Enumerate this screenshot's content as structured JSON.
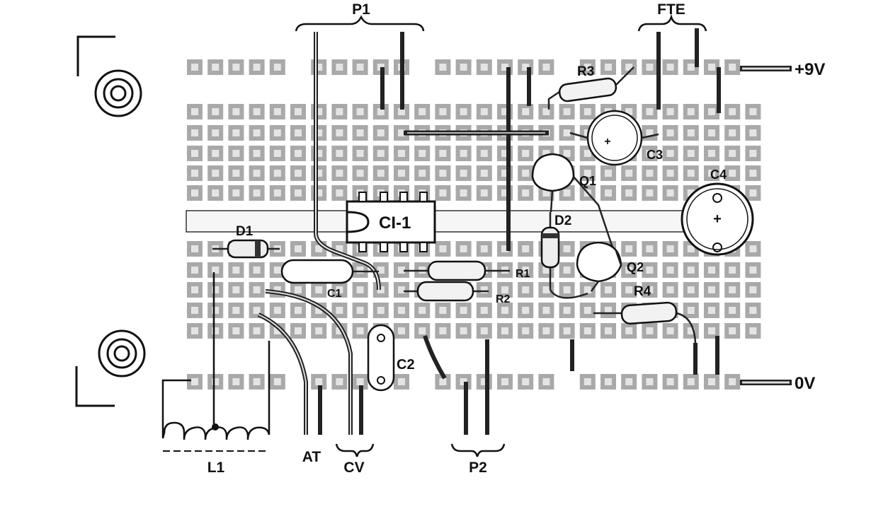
{
  "labels": {
    "p1": "P1",
    "fte": "FTE",
    "r3": "R3",
    "plus_9v": "+9V",
    "c3": "C3",
    "c4": "C4",
    "q1": "Q1",
    "d1": "D1",
    "ci1": "CI-1",
    "d2": "D2",
    "r1": "R1",
    "r2": "R2",
    "q2": "Q2",
    "c1": "C1",
    "r4": "R4",
    "c2": "C2",
    "zero_v": "0V",
    "l1": "L1",
    "at": "AT",
    "cv": "CV",
    "p2": "P2",
    "plus_sign": "+"
  },
  "colors": {
    "pad": "#a9a9a9",
    "pad_hole": "#e4e4e4",
    "ink": "#111111",
    "board_strip": "#f4f4f4"
  }
}
